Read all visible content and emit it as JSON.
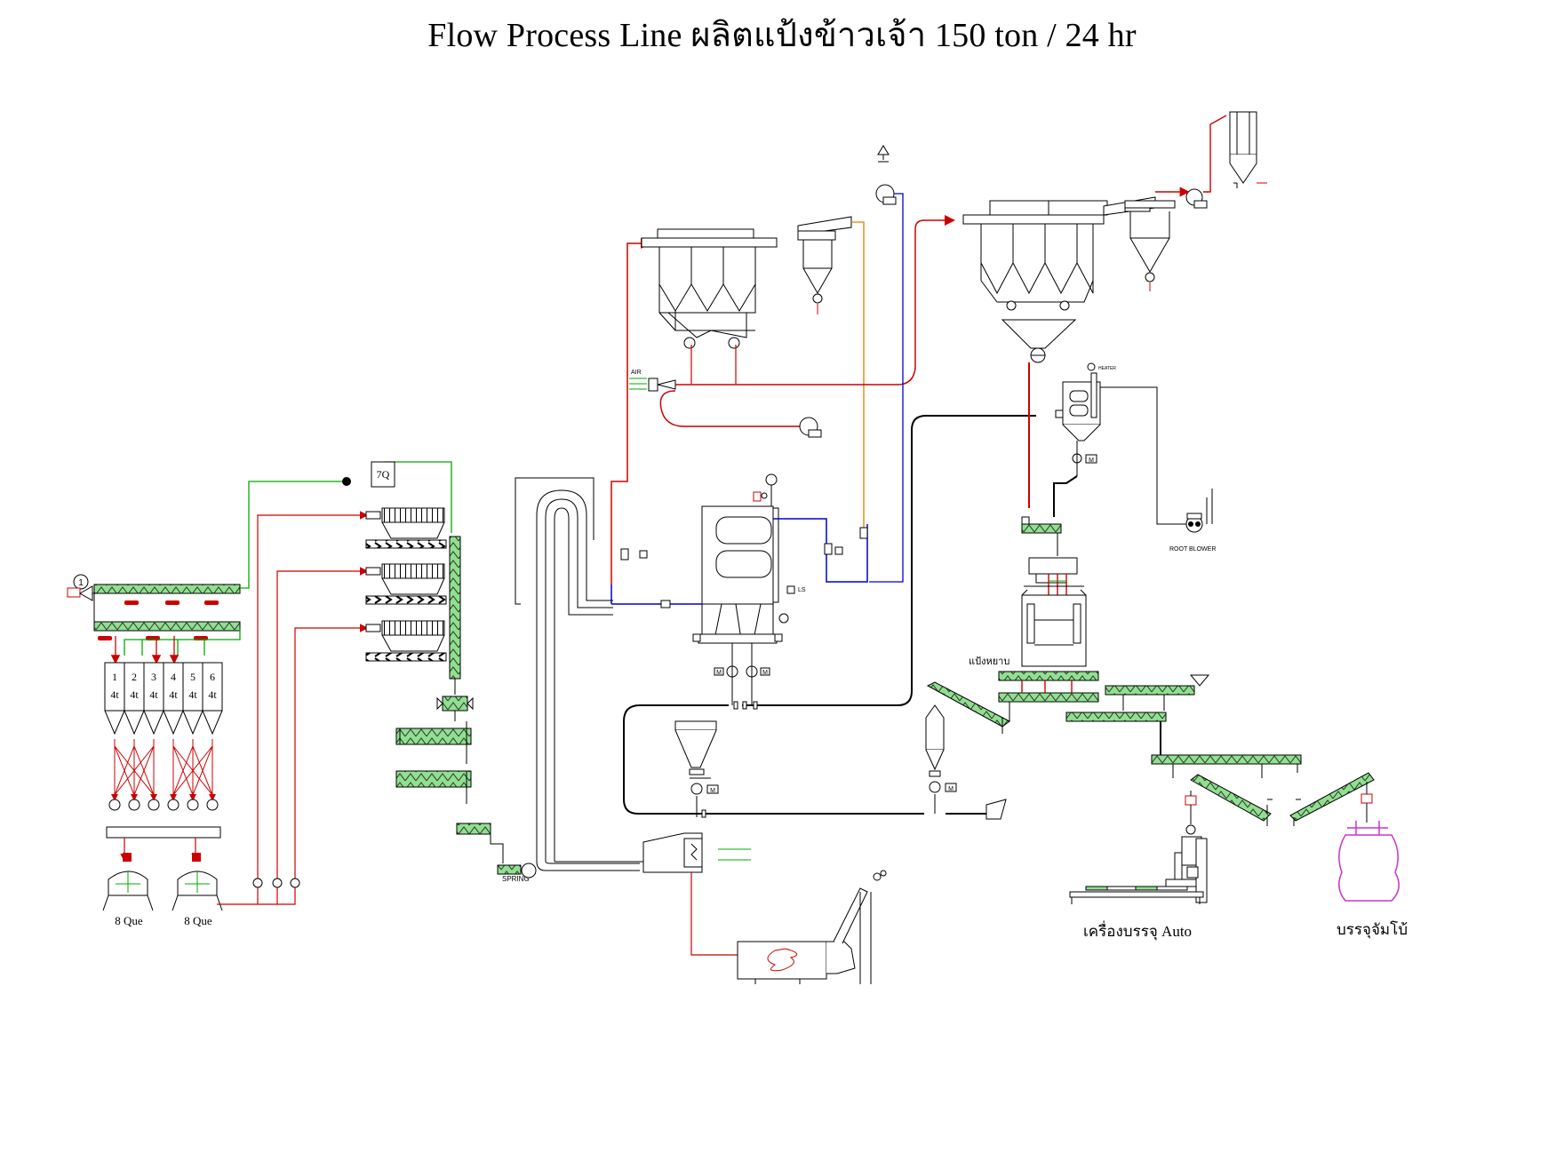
{
  "title": "Flow Process Line ผลิตแป้งข้าวเจ้า 150 ton / 24 hr",
  "labels": {
    "tank_7": "7Q",
    "valve_1": "1",
    "silo_numbers": [
      "1",
      "2",
      "3",
      "4",
      "5",
      "6"
    ],
    "silo_capacity": "4t",
    "que_left": "8 Que",
    "que_right": "8 Que",
    "spring": "SPRING",
    "air": "AIR",
    "ls": "LS",
    "sieve_label": "แป้งหยาบ",
    "root_blower": "ROOT BLOWER",
    "heater": "HEATER",
    "motor": "M",
    "auto_packing": "เครื่องบรรจุ Auto",
    "bag_packing": "บรรจุจัมโบ้"
  },
  "colors": {
    "process_line": "#cc0000",
    "air_line": "#0000cc",
    "water_line": "#00aa00",
    "hot_line": "#e08000",
    "conveyor_fill": "#7ed87e",
    "bag": "#cc33cc"
  }
}
